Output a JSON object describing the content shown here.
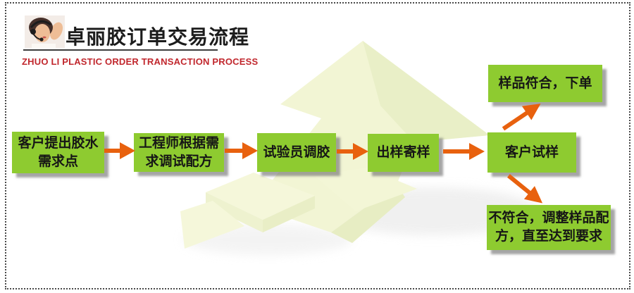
{
  "colors": {
    "node_fill": "#8ecb30",
    "arrow": "#e8610e",
    "subtitle_red": "#c1272d",
    "title_black": "#1c1c1c",
    "watermark_pale": "#f2f5d4"
  },
  "header": {
    "title": "卓丽胶订单交易流程",
    "subtitle": "ZHUO LI PLASTIC ORDER TRANSACTION PROCESS",
    "logo": "customer-service-agent-photo"
  },
  "flow": {
    "nodes": [
      {
        "name": "customer-glue-requirements",
        "lines": [
          "客户提出胶水",
          "需求点"
        ]
      },
      {
        "name": "engineer-formula-debug",
        "lines": [
          "工程师根据需",
          "求调试配方"
        ]
      },
      {
        "name": "tester-mix-glue",
        "lines": [
          "试验员调胶"
        ]
      },
      {
        "name": "sample-out-mail",
        "lines": [
          "出样寄样"
        ]
      },
      {
        "name": "customer-trial",
        "lines": [
          "客户试样"
        ]
      },
      {
        "name": "sample-ok-place-order",
        "lines": [
          "样品符合，下单"
        ]
      },
      {
        "name": "sample-fail-adjust",
        "lines": [
          "不符合，调整样品配",
          "方，直至达到要求"
        ]
      }
    ]
  }
}
